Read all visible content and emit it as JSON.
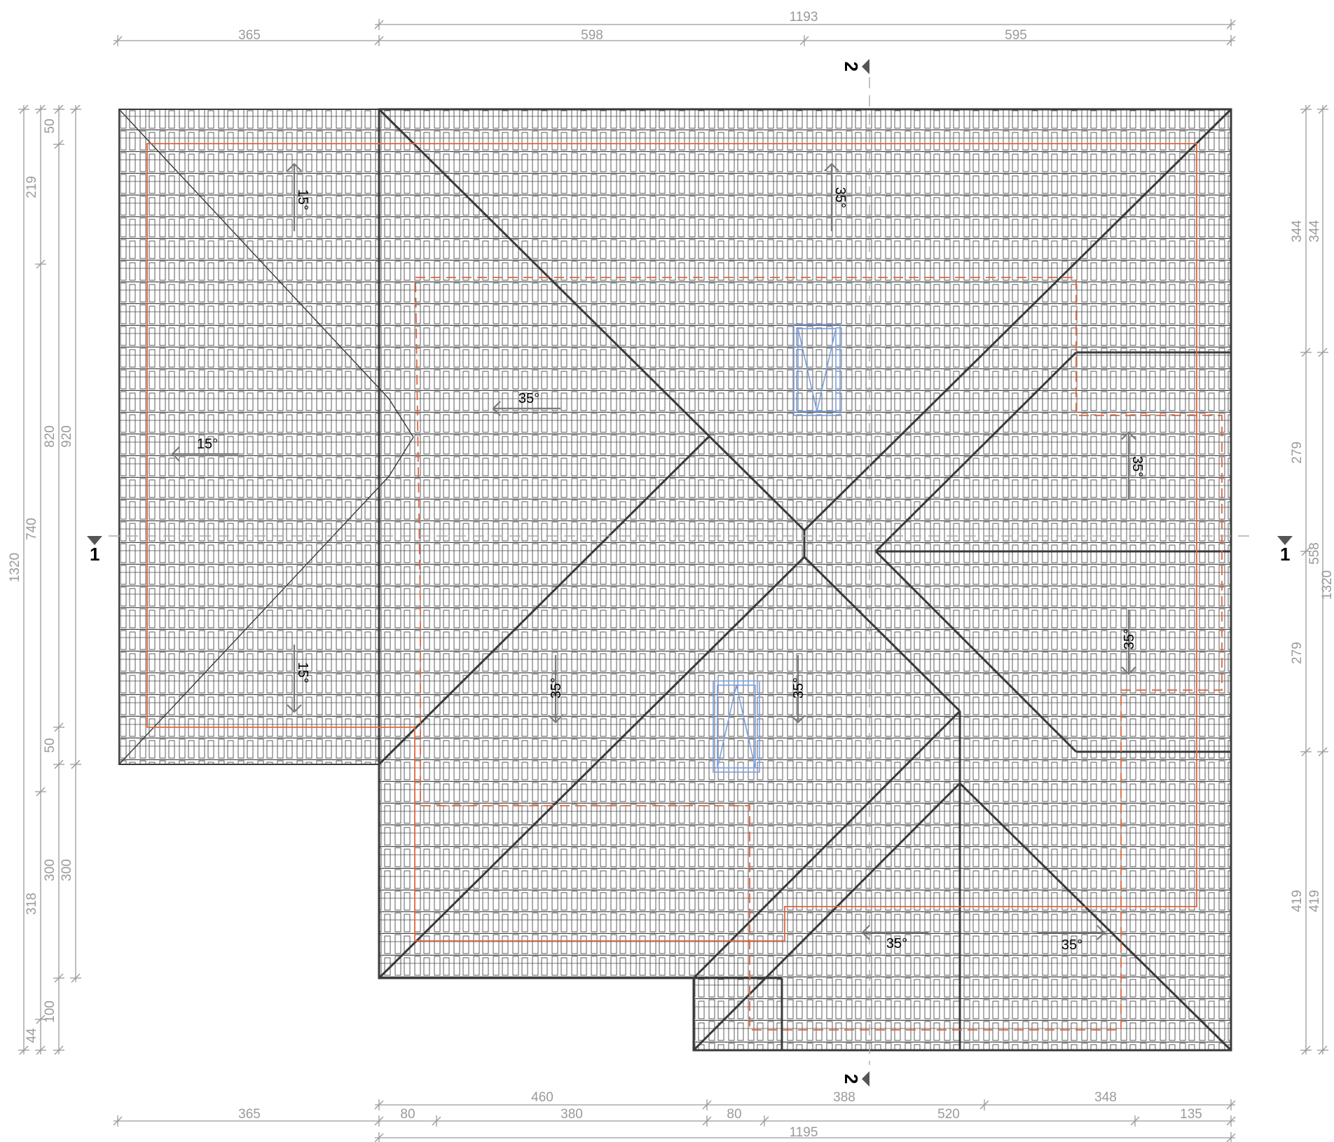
{
  "drawing": {
    "dims_top_total": "1193",
    "dims_top": [
      "365",
      "598",
      "595"
    ],
    "dims_bottom_upper": [
      "460",
      "388",
      "348"
    ],
    "dims_bottom_lower": [
      "365",
      "80",
      "380",
      "80",
      "520",
      "135"
    ],
    "dims_bottom_total": "1195",
    "dims_left_outer": [
      "1320"
    ],
    "dims_left_mid": [
      "740",
      "318",
      "44"
    ],
    "dims_left_inner": [
      "50",
      "219",
      "820",
      "50",
      "300",
      "100"
    ],
    "dims_left_innermost": [
      "920",
      "300"
    ],
    "dims_right_inner": [
      "344",
      "279",
      "279",
      "419"
    ],
    "dims_right_mid": [
      "344",
      "558",
      "419"
    ],
    "dims_right_outer": [
      "1320"
    ],
    "section_1": "1",
    "section_2": "2",
    "slopes": {
      "garage_top": "15°",
      "garage_left": "15°",
      "garage_bottom": "15°",
      "main_north": "35°",
      "main_west": "35°",
      "east_upper": "35°",
      "east_lower": "35°",
      "south_left": "35°",
      "south_mid": "35°",
      "wing_west": "35°",
      "wing_east": "35°"
    }
  },
  "colors": {
    "roof_line": "#3a3a3a",
    "tile": "#4a4a4a",
    "dimension": "#9a9a9a",
    "wall_outline": "#e2643c",
    "skylight": "#7a9ee6",
    "axis": "#aaaaaa"
  }
}
